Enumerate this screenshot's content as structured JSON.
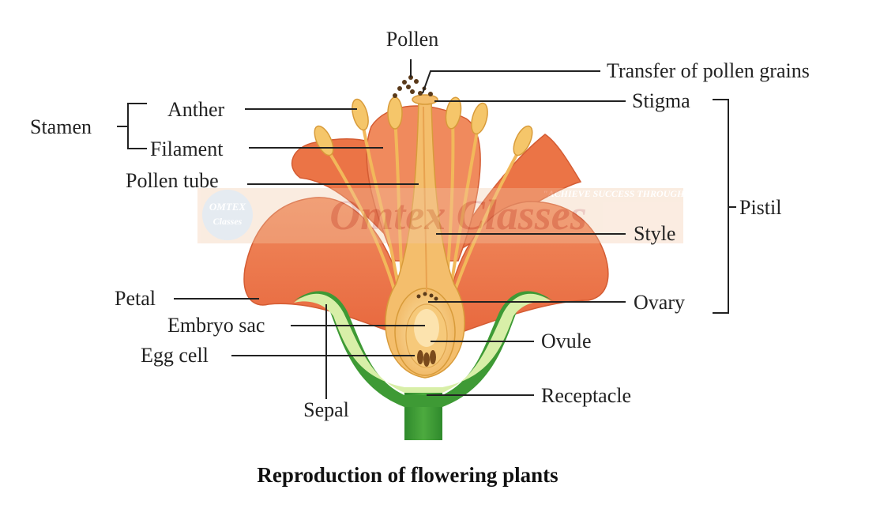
{
  "diagram": {
    "caption": "Reproduction of flowering plants",
    "labels": {
      "pollen": "Pollen",
      "transfer": "Transfer of pollen grains",
      "stigma": "Stigma",
      "stamen": "Stamen",
      "anther": "Anther",
      "filament": "Filament",
      "pollen_tube": "Pollen tube",
      "pistil": "Pistil",
      "style": "Style",
      "petal": "Petal",
      "ovary": "Ovary",
      "embryo_sac": "Embryo sac",
      "ovule": "Ovule",
      "egg_cell": "Egg cell",
      "receptacle": "Receptacle",
      "sepal": "Sepal"
    },
    "watermark": {
      "main": "Omtex Classes",
      "tagline": "\"ACHIEVE SUCCESS THROUGH\"",
      "badge_top": "OMTEX",
      "badge_bottom": "Classes"
    },
    "colors": {
      "petal": "#EE7A4F",
      "petal_dark": "#D95F36",
      "sepal_green": "#3E9A35",
      "sepal_light": "#D8EFA8",
      "stamen": "#F5C66A",
      "pistil": "#F4BE6C",
      "ovary_inner": "#F9D48E",
      "text": "#222222"
    }
  }
}
